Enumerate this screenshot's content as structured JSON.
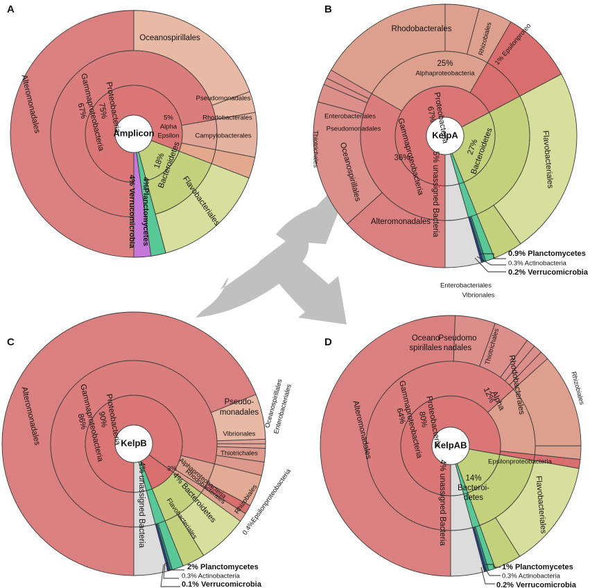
{
  "colors": {
    "proteo_inner": "#da7676",
    "gamma_ring": "#dc7d7d",
    "gamma_order": "#db8080",
    "alpha": "#dea08e",
    "alpha_light": "#e8b9a5",
    "bacteroidetes": "#c3d07c",
    "flavo": "#d8df9d",
    "plancto": "#58c896",
    "actino": "#2c8a84",
    "verruco": "#c678d8",
    "verruco_dark": "#223b8a",
    "unassigned": "#dcdcdc",
    "arrow": "#c0c0c0",
    "stroke": "#3a3a3a"
  },
  "chart_data": [
    {
      "type": "pie",
      "panel": "A",
      "center": "Amplicon",
      "rings": {
        "phylum": [
          {
            "name": "Proteobacteria",
            "label": "75%",
            "value": 75
          },
          {
            "name": "Bacteroidetes",
            "label": "18%",
            "value": 18
          },
          {
            "name": "Planctomycetes",
            "label": "4%Planctomycetes",
            "value": 4
          },
          {
            "name": "Verrucomicrobia",
            "label": "4% Verrucomicrobia",
            "value": 4
          }
        ],
        "class": [
          {
            "name": "Gammaproteobacteria",
            "label": "67%",
            "value": 67
          },
          {
            "name": "Alpha",
            "label": "5%",
            "value": 5
          },
          {
            "name": "Epsilon",
            "value": 3
          }
        ],
        "order": [
          {
            "name": "Alteromonadales"
          },
          {
            "name": "Oceanospirillales"
          },
          {
            "name": "Pseudomonadales"
          },
          {
            "name": "Rhodobacterales"
          },
          {
            "name": "Campylobacterales"
          },
          {
            "name": "Flavobacteriales"
          }
        ]
      }
    },
    {
      "type": "pie",
      "panel": "B",
      "center": "KelpA",
      "rings": {
        "phylum": [
          {
            "name": "Proteobacteria",
            "label": "67%",
            "value": 67
          },
          {
            "name": "Bacteroidetes",
            "label": "27%",
            "value": 27
          },
          {
            "name": "Planctomycetes",
            "label": "0.9%",
            "value": 0.9
          },
          {
            "name": "Actinobacteria",
            "label": "0.3%",
            "value": 0.3
          },
          {
            "name": "Verrucomicrobia",
            "label": "0.2%",
            "value": 0.2
          },
          {
            "name": "unassigned Bacteria",
            "label": "5%",
            "value": 5
          }
        ],
        "class": [
          {
            "name": "Alphaproteobacteria",
            "label": "25%",
            "value": 25
          },
          {
            "name": "Gammaproteobacteria",
            "label": "36%",
            "value": 36
          },
          {
            "name": "Epsilonproteo",
            "label": "1%",
            "value": 1
          }
        ],
        "order": [
          {
            "name": "Rhodobacterales"
          },
          {
            "name": "Rhizobiales"
          },
          {
            "name": "Enterobacteriales"
          },
          {
            "name": "Pseudomonadales"
          },
          {
            "name": "Thiotrichales"
          },
          {
            "name": "Oceanospirillales"
          },
          {
            "name": "Alteromonadales"
          },
          {
            "name": "Flavobacteriales"
          }
        ]
      }
    },
    {
      "type": "pie",
      "panel": "C",
      "center": "KelpB",
      "rings": {
        "phylum": [
          {
            "name": "Proteobacteria",
            "label": "90%",
            "value": 90
          },
          {
            "name": "Bacteroidetes",
            "label": "4%",
            "value": 4
          },
          {
            "name": "Planctomycetes",
            "label": "2%",
            "value": 2
          },
          {
            "name": "Actinobacteria",
            "label": "0.3%",
            "value": 0.3
          },
          {
            "name": "Verrucomicrobia",
            "label": "0.1%",
            "value": 0.1
          },
          {
            "name": "unassigned Bacteria",
            "label": "4%",
            "value": 4
          }
        ],
        "class": [
          {
            "name": "Gammaproteobacteria",
            "label": "86%",
            "value": 86
          },
          {
            "name": "Alphaproteobacteria",
            "label": "3%",
            "value": 3
          },
          {
            "name": "Epsilonproteobacteria",
            "label": "0.4%",
            "value": 0.4
          }
        ],
        "order": [
          {
            "name": "Alteromonadales"
          },
          {
            "name": "Pseudo-monadales"
          },
          {
            "name": "Oceanospirillales"
          },
          {
            "name": "Enterobacteriales"
          },
          {
            "name": "Vibrionales"
          },
          {
            "name": "Thiotrichales"
          },
          {
            "name": "Rhodobacterales"
          },
          {
            "name": "Rhizobiales"
          },
          {
            "name": "Flavobacteriales"
          }
        ]
      }
    },
    {
      "type": "pie",
      "panel": "D",
      "center": "KelpAB",
      "rings": {
        "phylum": [
          {
            "name": "Proteobacteria",
            "label": "80%",
            "value": 80
          },
          {
            "name": "Bacteroidetes",
            "label": "14%",
            "value": 14
          },
          {
            "name": "Planctomycetes",
            "label": "1%",
            "value": 1
          },
          {
            "name": "Actinobacteria",
            "label": "0.3%",
            "value": 0.3
          },
          {
            "name": "Verrucomicrobia",
            "label": "0.2%",
            "value": 0.2
          },
          {
            "name": "unassigned Bacteria",
            "label": "4%",
            "value": 4
          }
        ],
        "class": [
          {
            "name": "Gammaproteobacteria",
            "label": "64%",
            "value": 64
          },
          {
            "name": "Alpha",
            "label": "12%",
            "value": 12
          },
          {
            "name": "Epsilonproteobacteria",
            "value": 1
          }
        ],
        "order": [
          {
            "name": "Alteromonadales"
          },
          {
            "name": "Oceano spirillales"
          },
          {
            "name": "Pseudomo nadales"
          },
          {
            "name": "Enterobacteriales"
          },
          {
            "name": "Vibrionales"
          },
          {
            "name": "Thiotrichales"
          },
          {
            "name": "Rhodobacterales"
          },
          {
            "name": "Rhizobiales"
          },
          {
            "name": "Flavobacteriales"
          }
        ]
      }
    }
  ],
  "text": {
    "A": {
      "letter": "A",
      "center": "Amplicon",
      "proteo_pct": "75%",
      "proteo": "Proteobacteria",
      "gamma_pct": "67%",
      "gamma": "Gammaproteobacteria",
      "alpha_pct": "5%",
      "alpha": "Alpha",
      "epsilon": "Epsilon",
      "bact_pct": "18%",
      "bact": "Bacteroidetes",
      "altero": "Alteromonadales",
      "oceano": "Oceanospirillales",
      "pseudo": "Pseudomonadales",
      "rhodo": "Rhodobacterales",
      "campy": "Campylobacterales",
      "flavo": "Flavobacteriales",
      "plancto": "4%Planctomycetes",
      "verruco": "4% Verrucomicrobia"
    },
    "B": {
      "letter": "B",
      "center": "KelpA",
      "proteo_pct": "67%",
      "proteo": "Proteobacteria",
      "alpha_pct": "25%",
      "alpha": "Alphaproteobacteria",
      "gamma_pct": "36%",
      "gamma": "Gammaproteobacteria",
      "eps": "1% Epsilonproteo",
      "rhodo": "Rhodobacterales",
      "rhizo": "Rhizobiales",
      "entero": "Enterobacteriales",
      "pseudo": "Pseudomonadales",
      "thio": "Thiotrichales",
      "oceano": "Oceanospirillales",
      "altero": "Alteromonadales",
      "bact_pct": "27%",
      "bact": "Bacteroidetes",
      "flavo": "Flavobacteriales",
      "unassigned": "5% unassigned Bacteria",
      "plancto": "0.9% Planctomycetes",
      "actino": "0.3% Actinobacteria",
      "verruco": "0.2% Verrucomicrobia"
    },
    "C": {
      "letter": "C",
      "center": "KelpB",
      "proteo_pct": "90%",
      "proteo": "Proteobacteria",
      "gamma_pct": "86%",
      "gamma": "Gammaproteobacteria",
      "altero": "Alteromonadales",
      "pseudo1": "Pseudo-",
      "pseudo2": "monadales",
      "oceano": "Oceanospirillales",
      "entero": "Enterobacteriales",
      "vibrio": "Vibrionales",
      "thio": "Thiotrichales",
      "alpha": "Alphaproteobacteria",
      "alpha_pct": "3%",
      "rhodo": "Rhodobacterales",
      "rhizo": "Rhizobiales",
      "eps": "0.4%Epsilonproteobacteria",
      "bact": "4% Bacteroidetes",
      "flavo": "Flavobacteriales",
      "unassigned": "4% unassigned Bacteria",
      "plancto": "2% Planctomycetes",
      "actino": "0.3% Actinobacteria",
      "verruco": "0.1% Verrucomicrobia"
    },
    "D": {
      "letter": "D",
      "center": "KelpAB",
      "proteo_pct": "80%",
      "proteo": "Proteobacteria",
      "gamma_pct": "64%",
      "gamma": "Gammaproteobacteria",
      "altero": "Alteromonadales",
      "oceano1": "Oceano",
      "oceano2": "spirillales",
      "pseudo1": "Pseudomo",
      "pseudo2": "nadales",
      "entero": "Enterobacteriales",
      "vibrio": "Vibrionales",
      "thio": "Thiotrichales",
      "rhodo": "Rhodobacterales",
      "rhizo": "Rhizobiales",
      "alpha_pct": "12%",
      "alpha": "Alpha",
      "eps": "Epsilonproteobacteria",
      "bact_pct": "14%",
      "bact1": "Bacteroi-",
      "bact2": "detes",
      "flavo": "Flavobacteriales",
      "unassigned": "4% unassigned Bacteria",
      "plancto": "1% Planctomycetes",
      "actino": "0.3% Actinobacteria",
      "verruco": "0.2% Verrucomicrobia"
    }
  }
}
